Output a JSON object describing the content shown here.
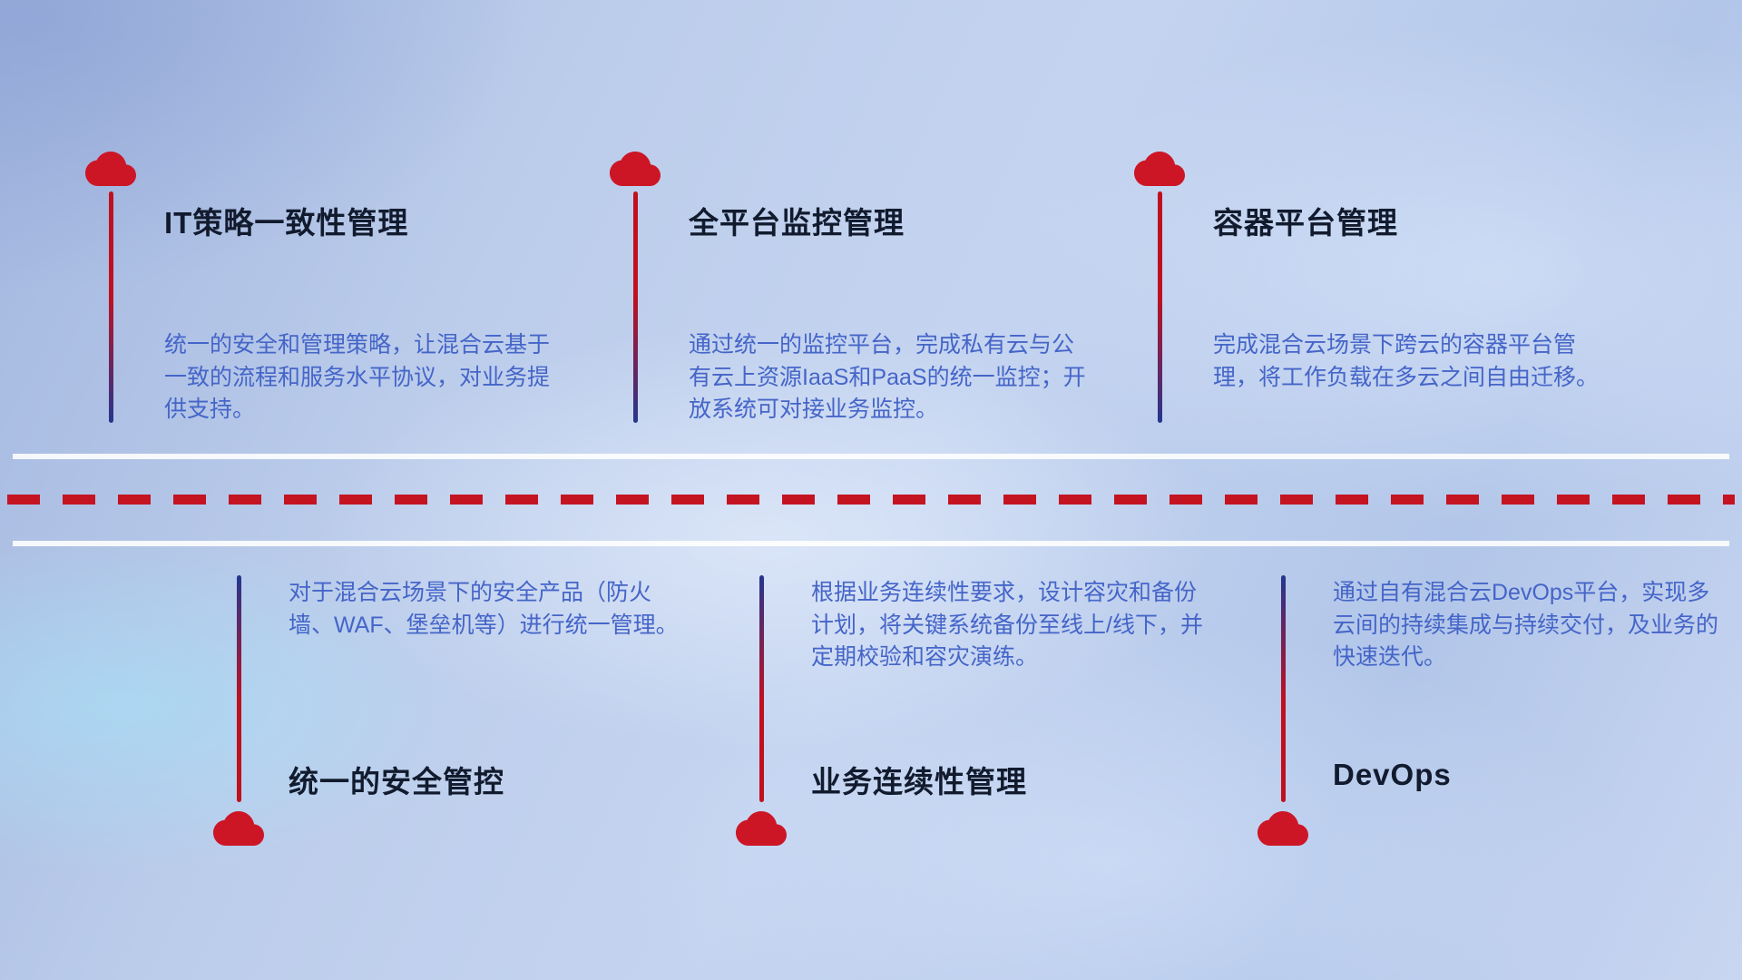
{
  "diagram": {
    "sections": {
      "top": [
        {
          "title": "IT策略一致性管理",
          "description": "统一的安全和管理策略，让混合云基于一致的流程和服务水平协议，对业务提供支持。"
        },
        {
          "title": "全平台监控管理",
          "description": "通过统一的监控平台，完成私有云与公有云上资源IaaS和PaaS的统一监控；开放系统可对接业务监控。"
        },
        {
          "title": "容器平台管理",
          "description": "完成混合云场景下跨云的容器平台管理，将工作负载在多云之间自由迁移。"
        }
      ],
      "bottom": [
        {
          "title": "统一的安全管控",
          "description": "对于混合云场景下的安全产品（防火墙、WAF、堡垒机等）进行统一管理。"
        },
        {
          "title": "业务连续性管理",
          "description": "根据业务连续性要求，设计容灾和备份计划，将关键系统备份至线上/线下，并定期校验和容灾演练。"
        },
        {
          "title": "DevOps",
          "description": "通过自有混合云DevOps平台，实现多云间的持续集成与持续交付，及业务的快速迭代。"
        }
      ]
    }
  },
  "colors": {
    "cloud_red": "#cc1626",
    "line_red": "#c01020",
    "line_blue": "#24368f",
    "title_text": "#121b2e",
    "description_text": "#4565c8",
    "dashed_line": "#c41422"
  }
}
